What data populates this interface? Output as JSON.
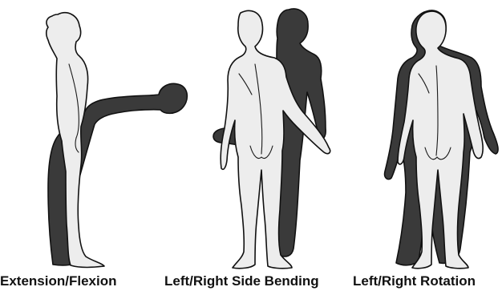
{
  "captions": {
    "extension_flexion": "Extension/Flexion",
    "side_bending": "Left/Right Side Bending",
    "rotation": "Left/Right Rotation"
  },
  "colors": {
    "background": "#ffffff",
    "figure_fill": "#ededed",
    "ghost_fill": "#3a3a3a",
    "outline": "#111111"
  },
  "icons": [
    "standing-figure-side-view",
    "flexed-figure-silhouette",
    "standing-figure-back-view",
    "side-bent-figure-silhouette",
    "rotated-figure-silhouette"
  ]
}
